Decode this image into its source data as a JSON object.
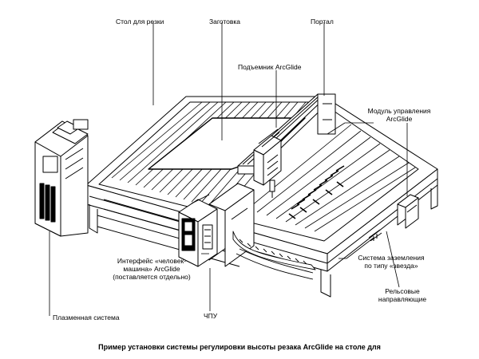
{
  "labels": {
    "cutting_table": "Стол для резки",
    "workpiece": "Заготовка",
    "gantry": "Портал",
    "lifter": "Подъемник ArcGlide",
    "control_module_line1": "Модуль управления",
    "control_module_line2": "ArcGlide",
    "hmi_line1": "Интерфейс «человек-",
    "hmi_line2": "машина» ArcGlide",
    "hmi_line3": "(поставляется отдельно)",
    "grounding_line1": "Система заземления",
    "grounding_line2": "по типу «звезда»",
    "plasma_system": "Плазменная система",
    "cnc": "ЧПУ",
    "rails_line1": "Рельсовые",
    "rails_line2": "направляющие"
  },
  "caption": "Пример установки системы регулировки высоты резака ArcGlide на столе для"
}
